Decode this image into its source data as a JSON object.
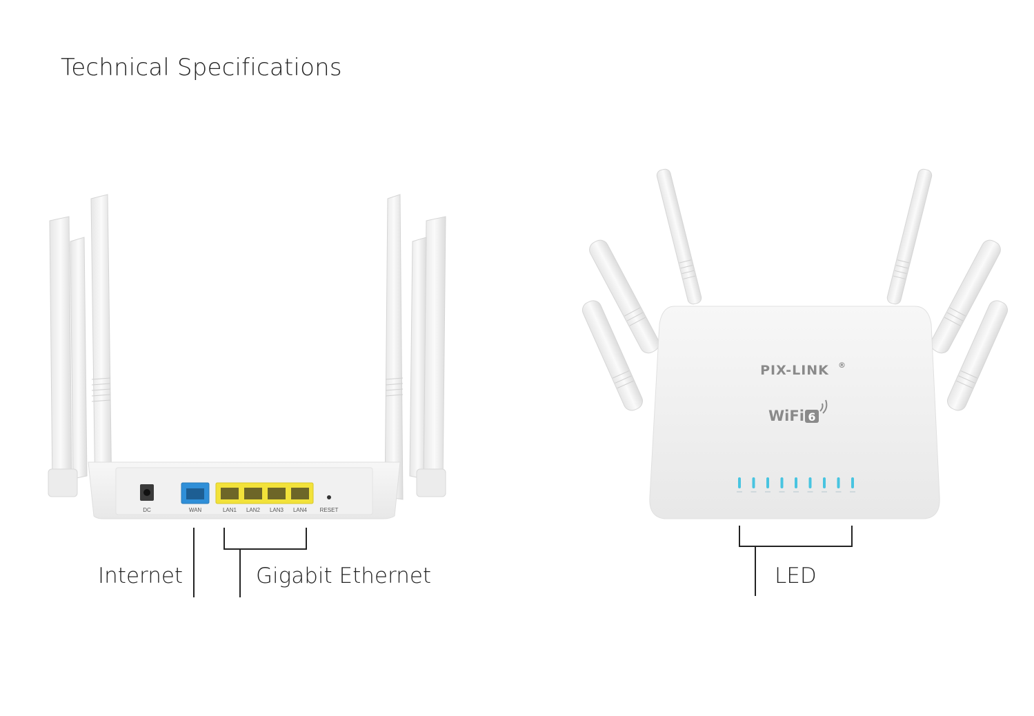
{
  "page": {
    "title": "Technical Specifications"
  },
  "back_router": {
    "ports": {
      "dc": "DC",
      "wan": "WAN",
      "lan1": "LAN1",
      "lan2": "LAN2",
      "lan3": "LAN3",
      "lan4": "LAN4",
      "reset": "RESET"
    },
    "callouts": {
      "internet": "Internet",
      "gigabit": "Gigabit Ethernet"
    }
  },
  "front_router": {
    "brand": "PIX-LINK",
    "brand_mark": "®",
    "wifi_logo": "WiFi",
    "wifi_number": "6",
    "led_count": 9,
    "callouts": {
      "led": "LED"
    }
  },
  "colors": {
    "wan_port": "#2f8fd8",
    "lan_ports": "#f2e23a",
    "led": "#48c4e0"
  }
}
